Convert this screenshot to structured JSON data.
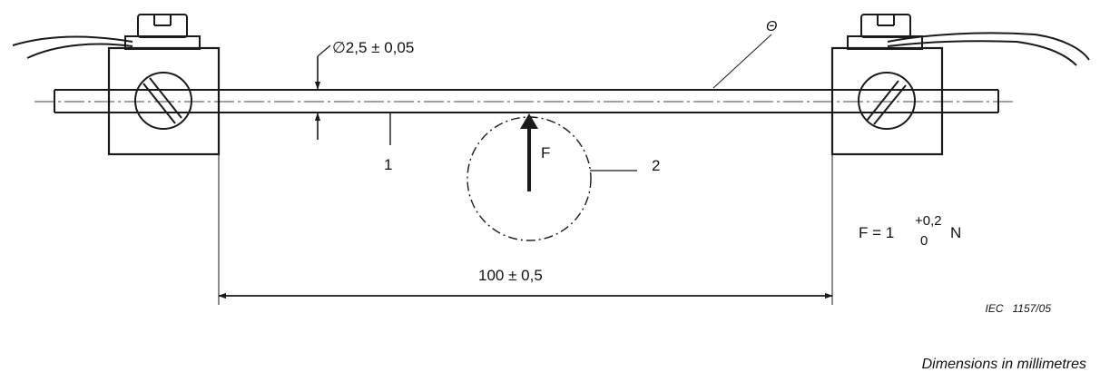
{
  "labels": {
    "diameter": "∅2,5 ± 0,05",
    "theta": "Θ",
    "item_1": "1",
    "item_2": "2",
    "force": "F",
    "span": "100 ± 0,5",
    "formula_lhs": "F = 1",
    "formula_upper": "+0,2",
    "formula_lower": "0",
    "formula_unit": "N",
    "reference": "IEC   1157/05",
    "footer": "Dimensions in millimetres"
  }
}
